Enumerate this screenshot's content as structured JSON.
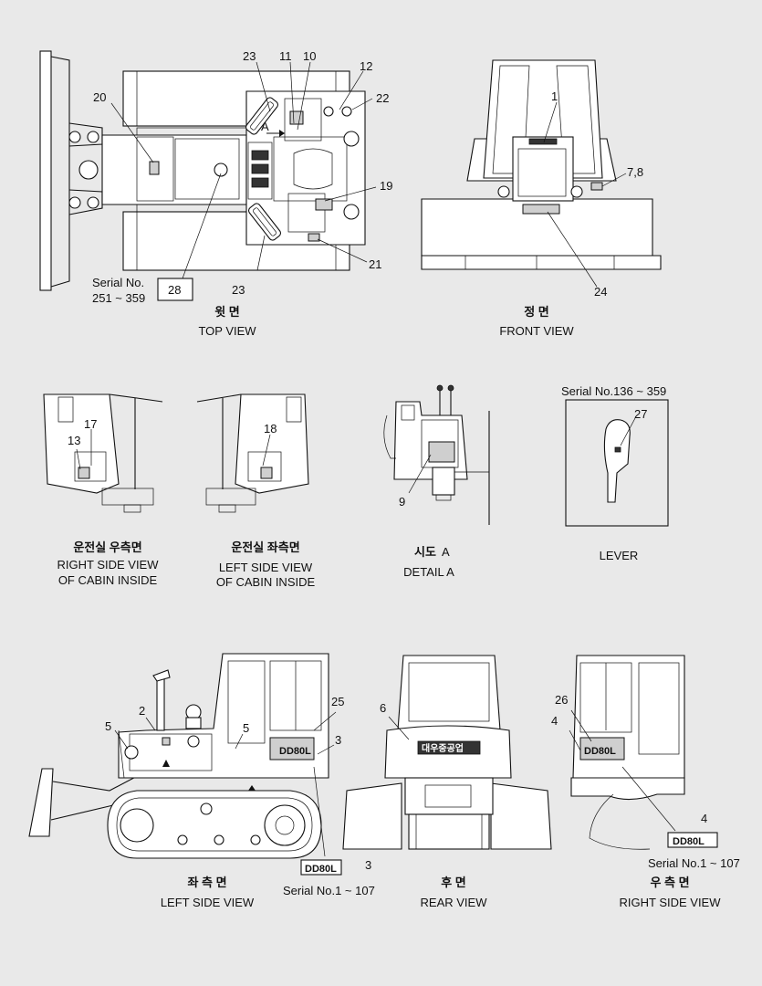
{
  "callouts": {
    "c1": "1",
    "c2": "2",
    "c3a": "3",
    "c3b": "3",
    "c4a": "4",
    "c4b": "4",
    "c5a": "5",
    "c5b": "5",
    "c6": "6",
    "c78": "7,8",
    "c9": "9",
    "c10": "10",
    "c11": "11",
    "c12": "12",
    "c13": "13",
    "c17": "17",
    "c18": "18",
    "c19": "19",
    "c20": "20",
    "c21": "21",
    "c22": "22",
    "c23a": "23",
    "c23b": "23",
    "c24": "24",
    "c25": "25",
    "c26": "26",
    "c27": "27",
    "c28": "28",
    "arrowA": "A"
  },
  "serials": {
    "top_title": "Serial No.",
    "top_range": "251 ~ 359",
    "lever": "Serial No.136 ~ 359",
    "left": "Serial No.1 ~ 107",
    "right": "Serial No.1 ~ 107"
  },
  "plates": {
    "model_text": "DD80L",
    "brand_text": "대우중공업"
  },
  "views": {
    "top": {
      "ko": "윗 면",
      "en": "TOP VIEW"
    },
    "front": {
      "ko": "정 면",
      "en": "FRONT VIEW"
    },
    "cabin_right": {
      "ko": "운전실 우측면",
      "en1": "RIGHT SIDE VIEW",
      "en2": "OF CABIN INSIDE"
    },
    "cabin_left": {
      "ko": "운전실 좌측면",
      "en1": "LEFT SIDE VIEW",
      "en2": "OF CABIN INSIDE"
    },
    "detail": {
      "ko": "시도",
      "ko_suffix": "A",
      "en": "DETAIL  A"
    },
    "lever": {
      "en": "LEVER"
    },
    "left_side": {
      "ko": "좌 측 면",
      "en": "LEFT SIDE VIEW"
    },
    "rear": {
      "ko": "후 면",
      "en": "REAR VIEW"
    },
    "right_side": {
      "ko": "우 측 면",
      "en": "RIGHT SIDE VIEW"
    }
  }
}
